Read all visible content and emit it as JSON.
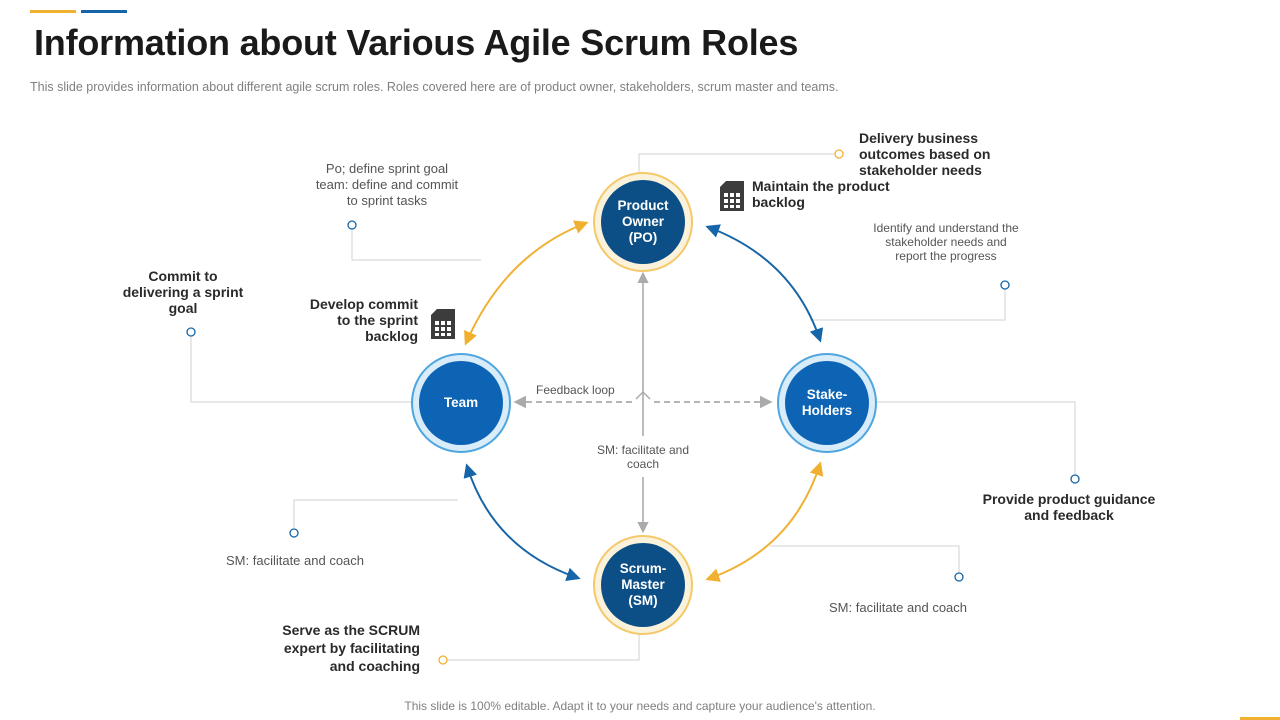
{
  "slide": {
    "title": "Information about Various Agile Scrum Roles",
    "subtitle": "This slide provides information about different agile scrum roles. Roles covered here are of product owner, stakeholders, scrum master and teams.",
    "footer": "This slide is 100% editable. Adapt it to your needs and capture your audience's attention."
  },
  "colors": {
    "accent_gold": "#f0b030",
    "accent_blue": "#1565a8",
    "node_dark_blue": "#0b4f86",
    "node_blue": "#0d64b4",
    "ring_gold": "#f4c96a",
    "ring_light_blue": "#4fa6df"
  },
  "nodes": {
    "product_owner": "Product\nOwner\n(PO)",
    "team": "Team",
    "stakeholders": "Stake-\nHolders",
    "scrum_master": "Scrum-\nMaster\n(SM)"
  },
  "labels": {
    "po_define": "Po; define  sprint goal\nteam: define  and commit\nto sprint tasks",
    "delivery": "Delivery business\noutcomes based on\nstakeholder needs",
    "maintain": "Maintain the product\nbacklog",
    "identify": "Identify and understand the\nstakeholder needs and\nreport the progress",
    "commit": "Commit to\ndelivering a sprint\ngoal",
    "develop": "Develop commit\nto the sprint\nbacklog",
    "feedback_loop": "Feedback loop",
    "sm_center": "SM: facilitate and\ncoach",
    "sm_left": "SM: facilitate and coach",
    "provide": "Provide product guidance\nand feedback",
    "sm_right": "SM: facilitate and coach",
    "serve": "Serve as the SCRUM\nexpert by facilitating\nand coaching"
  },
  "icons": [
    "backlog-document-icon",
    "backlog-document-icon"
  ]
}
